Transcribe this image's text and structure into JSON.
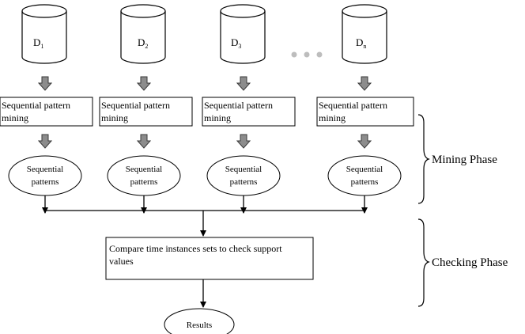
{
  "databases": [
    {
      "main": "D",
      "sub": "1"
    },
    {
      "main": "D",
      "sub": "2"
    },
    {
      "main": "D",
      "sub": "3"
    },
    {
      "main": "D",
      "sub": "n"
    }
  ],
  "mining_box": {
    "line1": "Sequential pattern",
    "line2": "mining"
  },
  "patterns_ellipse": {
    "line1": "Sequential",
    "line2": "patterns"
  },
  "compare_box": {
    "line1": "Compare time instances sets to check support",
    "line2": "values"
  },
  "results": "Results",
  "phases": {
    "mining": "Mining Phase",
    "checking": "Checking Phase"
  },
  "colors": {
    "stroke": "#000000",
    "arrow_fill": "#8c8c8c",
    "ellipsis_dots": "#bdbdbd"
  }
}
